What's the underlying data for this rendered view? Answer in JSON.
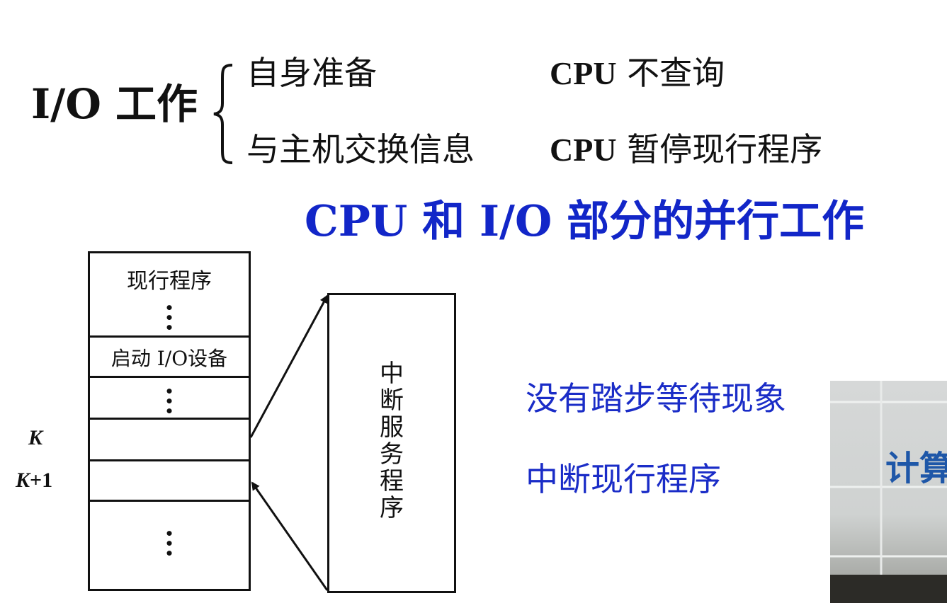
{
  "top": {
    "io_title": "I/O 工作",
    "rows": [
      {
        "label": "自身准备",
        "cpu_prefix": "CPU",
        "cpu_text": "不查询"
      },
      {
        "label": "与主机交换信息",
        "cpu_prefix": "CPU",
        "cpu_text": "暂停现行程序"
      }
    ]
  },
  "headline": "CPU 和 I/O 部分的并行工作",
  "diagram": {
    "cell_current_program": "现行程序",
    "cell_start_io": "启动 I/O设备",
    "dots": "⋮",
    "label_k": "K",
    "label_k1_italic": "K",
    "label_k1_suffix": "+1",
    "isr_text": "中\n断\n服\n务\n程\n序"
  },
  "notes": {
    "no_wait": "没有踏步等待现象",
    "interrupt": "中断现行程序"
  },
  "video": {
    "sign_text": "计算"
  },
  "colors": {
    "headline_blue": "#1226c8",
    "note_blue": "#1a2cc7"
  }
}
